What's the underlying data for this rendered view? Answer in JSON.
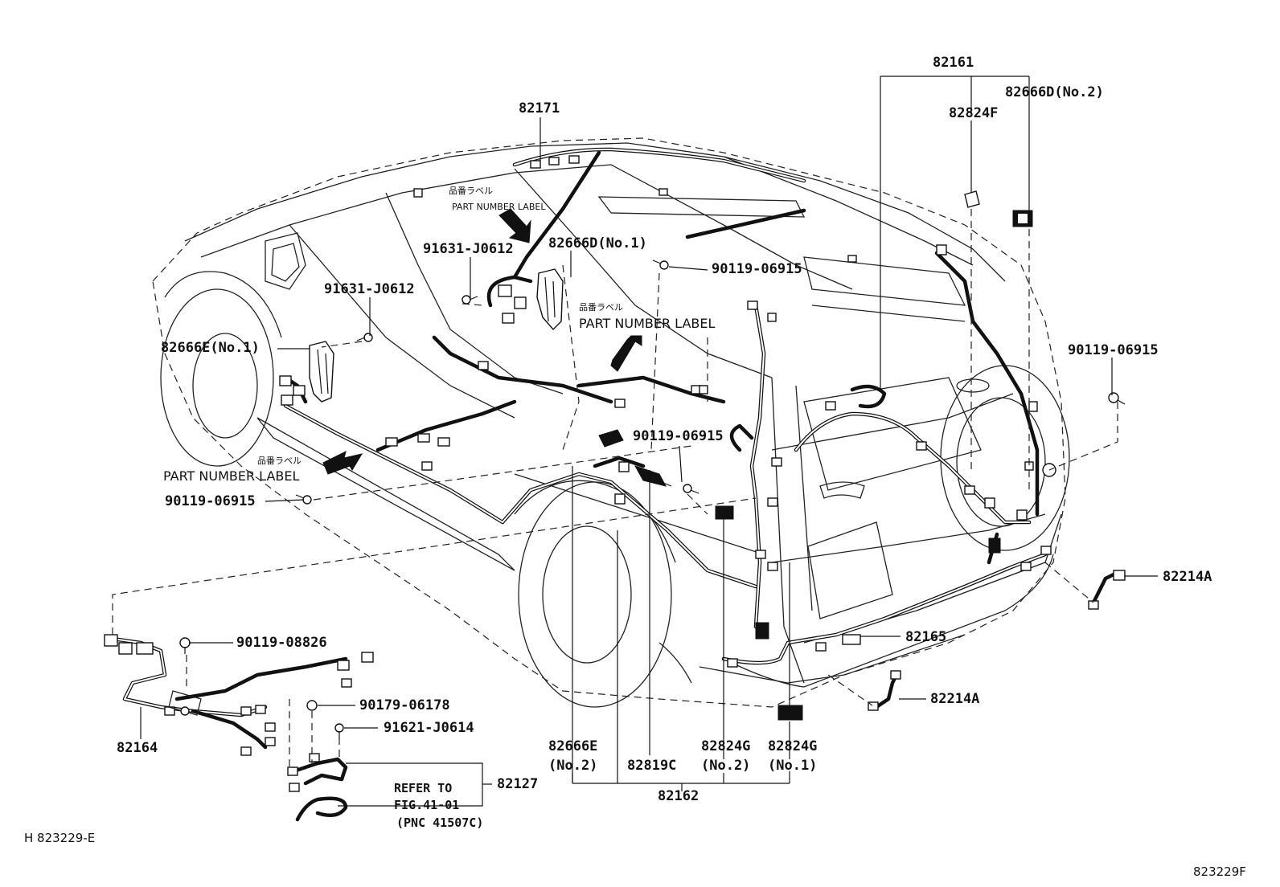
{
  "parts": {
    "p82161": "82161",
    "p82666D_no2": "82666D(No.2)",
    "p82824F": "82824F",
    "p82171": "82171",
    "p82666D_no1": "82666D(No.1)",
    "p91631_a": "91631-J0612",
    "p90119_06915_a": "90119-06915",
    "p91631_b": "91631-J0612",
    "p82666E_no1": "82666E(No.1)",
    "p90119_06915_b": "90119-06915",
    "p90119_06915_c": "90119-06915",
    "p90119_06915_d": "90119-06915",
    "p82214A_a": "82214A",
    "p90119_08826": "90119-08826",
    "p82165": "82165",
    "p90179_06178": "90179-06178",
    "p82214A_b": "82214A",
    "p91621_J0614": "91621-J0614",
    "p82164": "82164",
    "p82666E": "82666E",
    "p82666E_no2": "(No.2)",
    "p82819C": "82819C",
    "p82824G_a": "82824G",
    "p82824G_a_no": "(No.2)",
    "p82824G_b": "82824G",
    "p82824G_b_no": "(No.1)",
    "p82127": "82127",
    "p82162": "82162"
  },
  "labels": {
    "jp_label_1": "品番ラベル",
    "en_label_1": "PART NUMBER LABEL",
    "jp_label_2": "品番ラベル",
    "en_label_2": "PART NUMBER LABEL",
    "jp_label_3": "品番ラベル",
    "en_label_3": "PART NUMBER LABEL"
  },
  "refer": {
    "line1": "REFER TO",
    "line2": "FIG.41-01",
    "line3": "(PNC 41507C)"
  },
  "footer": {
    "left_id": "H  823229-E",
    "right_id": "823229F"
  }
}
